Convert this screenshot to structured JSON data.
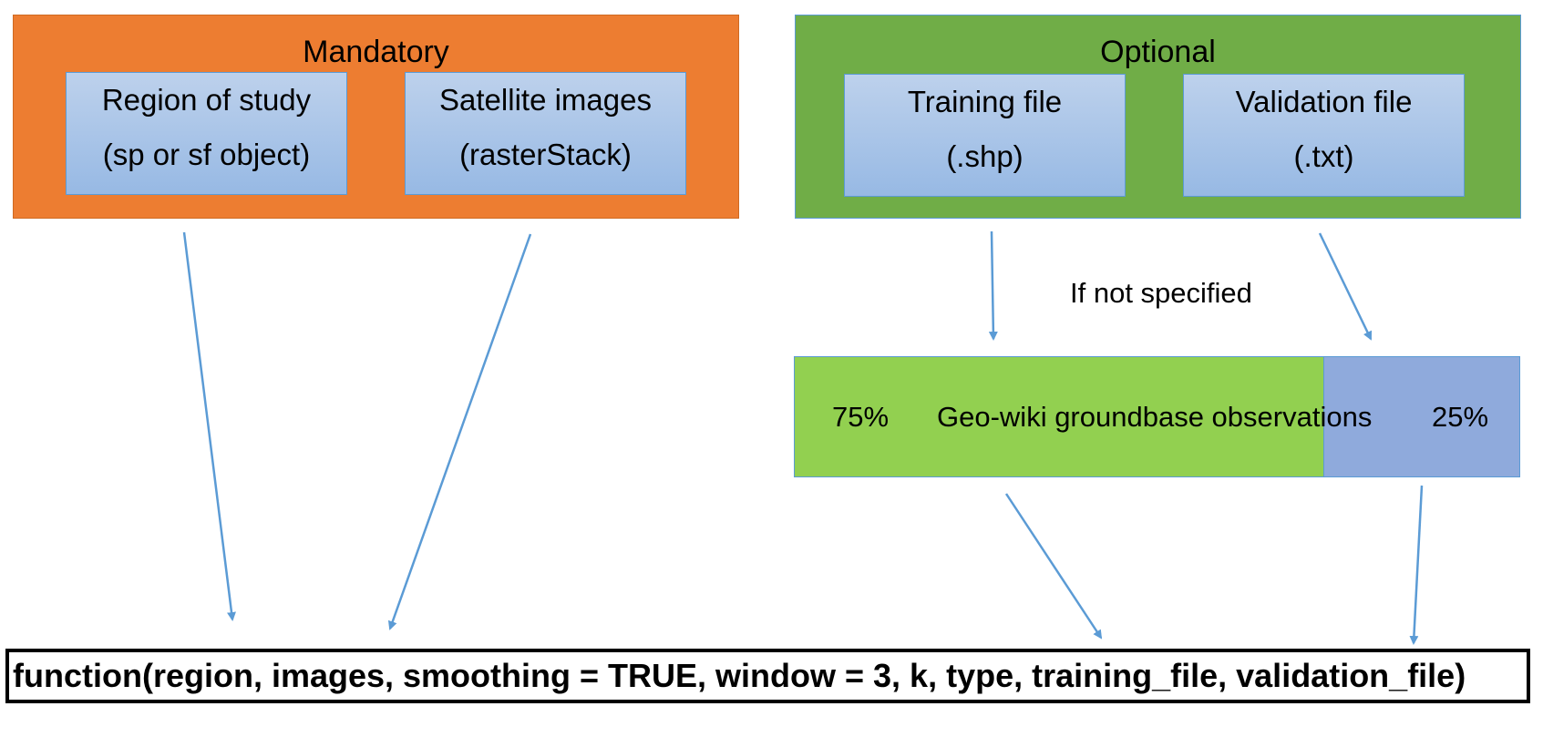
{
  "mandatory": {
    "title": "Mandatory",
    "items": [
      {
        "line1": "Region of study",
        "line2": "(sp or sf object)"
      },
      {
        "line1": "Satellite images",
        "line2": "(rasterStack)"
      }
    ]
  },
  "optional": {
    "title": "Optional",
    "items": [
      {
        "line1": "Training file",
        "line2": "(.shp)"
      },
      {
        "line1": "Validation file",
        "line2": "(.txt)"
      }
    ]
  },
  "fallback": {
    "note": "If not specified",
    "left_percent": "75%",
    "label": "Geo-wiki groundbase observations",
    "right_percent": "25%"
  },
  "function_signature": "function(region, images, smoothing = TRUE, window = 3, k, type, training_file, validation_file)",
  "colors": {
    "mandatory": "#ed7d31",
    "optional": "#70ad47",
    "inner_box": "#a9c4e8",
    "training_split": "#92d050",
    "validation_split": "#8faadc",
    "arrow": "#5b9bd5"
  }
}
